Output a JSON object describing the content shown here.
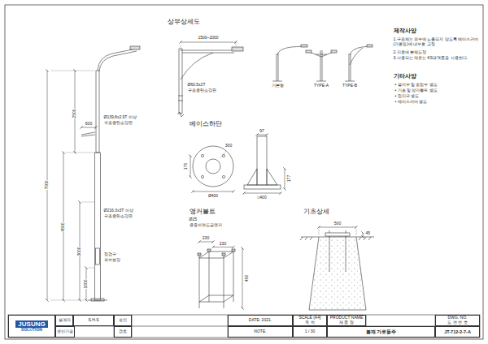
{
  "diagram": {
    "nodes": [
      {
        "text": [
          "JUSUNG",
          "SOLUTION"
        ]
      },
      {
        "text": [
          "설계자"
        ]
      },
      {
        "text": [
          "S.H.S"
        ]
      },
      {
        "text": [
          "승인"
        ]
      },
      {
        "text": [
          "DATE: 2021."
        ]
      },
      {
        "text": [
          "SCALE (A4)",
          "축 척"
        ]
      },
      {
        "text": [
          "PRODUCT NAME",
          "제 품 명"
        ]
      },
      {
        "text": [
          "DWG. NO.",
          "도 면 번 호"
        ]
      },
      {
        "text": [
          "생산기술"
        ]
      },
      {
        "text": [
          "검토"
        ]
      },
      {
        "text": [
          "NOTE."
        ]
      },
      {
        "text": [
          "1 / 30"
        ]
      },
      {
        "text": [
          "볼재 가로등주"
        ]
      },
      {
        "text": [
          "JT-712-2-7-A"
        ]
      }
    ],
    "labels": [
      "7000",
      "2500",
      "4500",
      "3000",
      "1000",
      "600",
      "Ø139.8x2.9T 이상",
      "구조용탄소강관",
      "Ø216.3x3T 이상",
      "구조용탄소강관",
      "점검구",
      "외부보강",
      "상부상세도",
      "1500~2000",
      "Ø60.5x2T",
      "구조용탄소강관",
      "제작사양",
      "1.구조체는 외부에 노출되지 않도록 베이스커버(가로등)에 내부로 고정",
      "2.지중에 분체도장",
      "3.사용되는 재료는 KS규격품을 사용한다.",
      "기본형",
      "TYPE-A",
      "TYPE-B",
      "기타사양",
      "• 설치부 및 조립부 별도",
      "• 기초 및 앙카볼트 별도",
      "• 접지구 별도",
      "• 베이스커버 별도",
      "베이스하단",
      "300",
      "170",
      "Ø400",
      "97",
      "177",
      "□400",
      "앵커볼트",
      "Ø25",
      "용융아연도금앵커",
      "230",
      "230",
      "450",
      "기초상세",
      "500",
      "45"
    ]
  }
}
